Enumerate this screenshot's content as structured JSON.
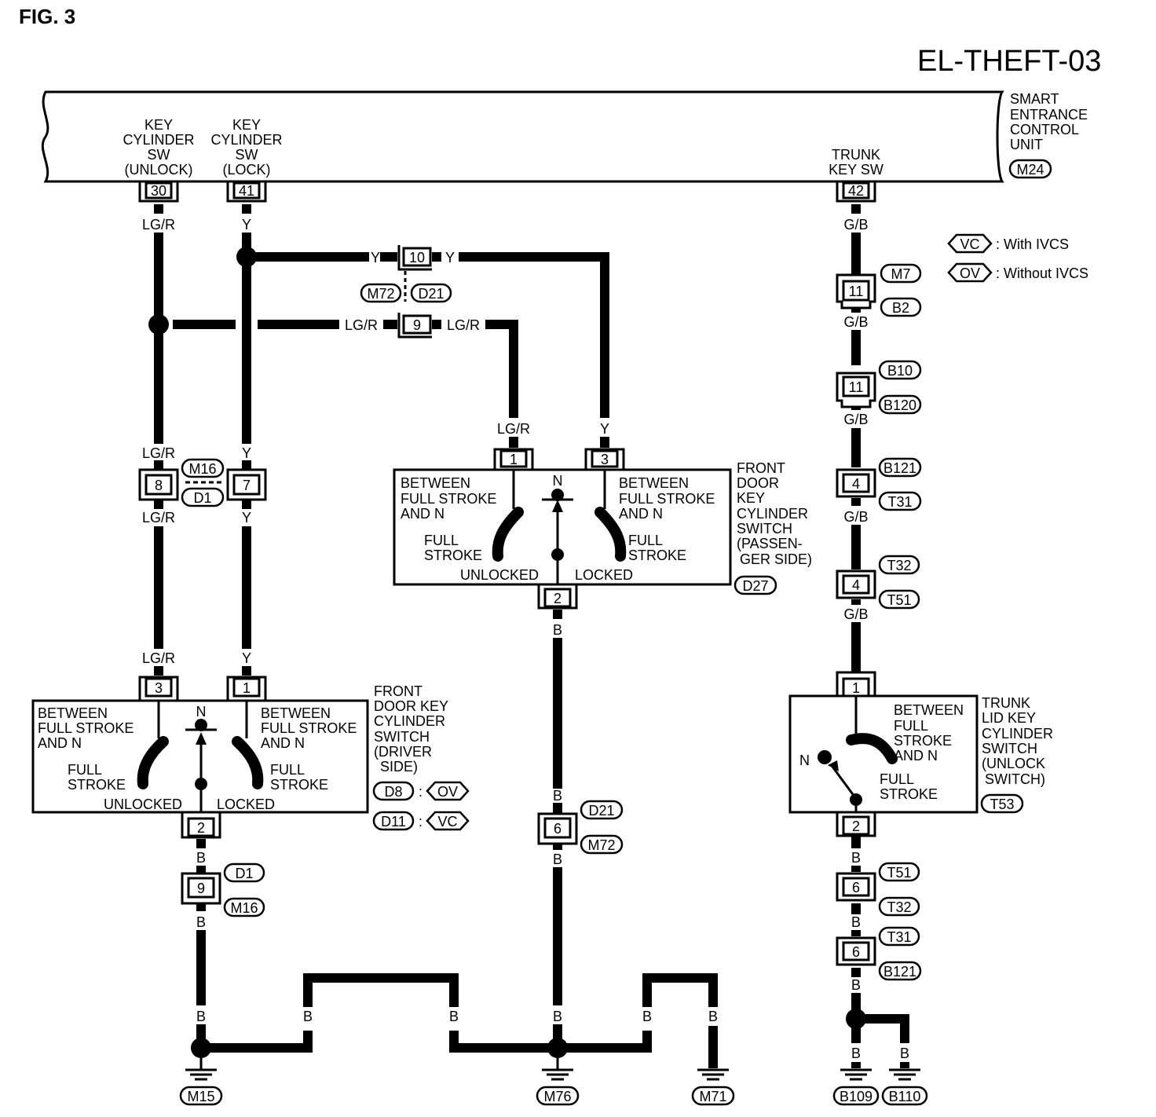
{
  "fig_label": "FIG. 3",
  "diagram_code": "EL-THEFT-03",
  "control_unit": {
    "name_lines": [
      "SMART",
      "ENTRANCE",
      "CONTROL",
      "UNIT"
    ],
    "connector": "M24",
    "terminals": [
      {
        "pin": "30",
        "label_lines": [
          "KEY",
          "CYLINDER",
          "SW",
          "(UNLOCK)"
        ],
        "wire": "LG/R"
      },
      {
        "pin": "41",
        "label_lines": [
          "KEY",
          "CYLINDER",
          "SW",
          "(LOCK)"
        ],
        "wire": "Y"
      },
      {
        "pin": "42",
        "label_lines": [
          "TRUNK",
          "KEY SW"
        ],
        "wire": "G/B"
      }
    ]
  },
  "legend": [
    {
      "code": "VC",
      "text": ": With IVCS"
    },
    {
      "code": "OV",
      "text": ": Without IVCS"
    }
  ],
  "wire_colors": {
    "lgr": "LG/R",
    "y": "Y",
    "gb": "G/B",
    "b": "B"
  },
  "joints": {
    "j10": {
      "pin": "10",
      "conn_a": "M72",
      "conn_b": "D21"
    },
    "j9": {
      "pin": "9"
    },
    "j8": {
      "pin": "8",
      "conn_a": "M16",
      "conn_b": "D1"
    },
    "j7": {
      "pin": "7"
    },
    "j6": {
      "pin": "6",
      "conn_a": "D21",
      "conn_b": "M72"
    },
    "j9b": {
      "pin": "9",
      "conn_a": "D1",
      "conn_b": "M16"
    },
    "t1": {
      "pin": "11",
      "conn_a": "M7",
      "conn_b": "B2"
    },
    "t2": {
      "pin": "11",
      "conn_a": "B10",
      "conn_b": "B120"
    },
    "t3": {
      "pin": "4",
      "conn_a": "B121",
      "conn_b": "T31"
    },
    "t4": {
      "pin": "4",
      "conn_a": "T32",
      "conn_b": "T51"
    },
    "t5": {
      "pin": "6",
      "conn_a": "T51",
      "conn_b": "T32"
    },
    "t6": {
      "pin": "6",
      "conn_a": "T31",
      "conn_b": "B121"
    }
  },
  "passenger_switch": {
    "name_lines": [
      "FRONT",
      "DOOR",
      "KEY",
      "CYLINDER",
      "SWITCH",
      "(PASSEN-",
      "GER SIDE)"
    ],
    "connector": "D27",
    "pins": [
      "1",
      "3",
      "2"
    ],
    "left_lines": [
      "BETWEEN",
      "FULL STROKE",
      "AND N"
    ],
    "right_lines": [
      "BETWEEN",
      "FULL STROKE",
      "AND N"
    ],
    "n": "N",
    "full_stroke_lines": [
      "FULL",
      "STROKE"
    ],
    "unlocked": "UNLOCKED",
    "locked": "LOCKED"
  },
  "driver_switch": {
    "name_lines": [
      "FRONT",
      "DOOR KEY",
      "CYLINDER",
      "SWITCH",
      "(DRIVER",
      "SIDE)"
    ],
    "pins": [
      "3",
      "1",
      "2"
    ],
    "left_lines": [
      "BETWEEN",
      "FULL STROKE",
      "AND N"
    ],
    "right_lines": [
      "BETWEEN",
      "FULL STROKE",
      "AND N"
    ],
    "n": "N",
    "full_stroke_lines": [
      "FULL",
      "STROKE"
    ],
    "unlocked": "UNLOCKED",
    "locked": "LOCKED",
    "variants": [
      {
        "conn": "D8",
        "sep": ":",
        "code": "OV"
      },
      {
        "conn": "D11",
        "sep": ":",
        "code": "VC"
      }
    ]
  },
  "trunk_switch": {
    "name_lines": [
      "TRUNK",
      "LID KEY",
      "CYLINDER",
      "SWITCH",
      "(UNLOCK",
      "SWITCH)"
    ],
    "connector": "T53",
    "pins": [
      "1",
      "2"
    ],
    "between_lines": [
      "BETWEEN",
      "FULL",
      "STROKE",
      "AND N"
    ],
    "n": "N",
    "full_stroke_lines": [
      "FULL",
      "STROKE"
    ]
  },
  "grounds": [
    "M15",
    "M76",
    "M71",
    "B109",
    "B110"
  ]
}
